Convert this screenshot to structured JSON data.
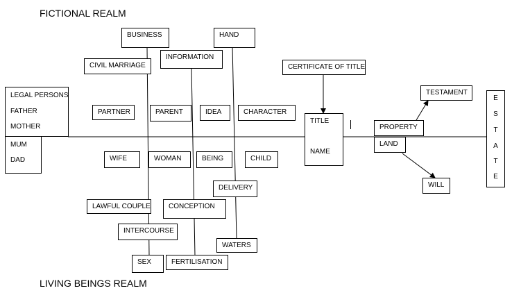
{
  "realms": {
    "top": "FICTIONAL REALM",
    "bottom": "LIVING BEINGS REALM"
  },
  "boxes": {
    "business": "BUSINESS",
    "hand": "HAND",
    "information": "INFORMATION",
    "civil_marriage": "CIVIL MARRIAGE",
    "certificate_of_title": "CERTIFICATE OF TITLE",
    "testament": "TESTAMENT",
    "legal_persons": [
      "LEGAL PERSONS",
      "FATHER",
      "MOTHER"
    ],
    "mum_dad": [
      "MUM",
      "DAD"
    ],
    "partner": "PARTNER",
    "parent": "PARENT",
    "idea": "IDEA",
    "character": "CHARACTER",
    "title_name": [
      "TITLE",
      "NAME"
    ],
    "property": "PROPERTY",
    "land": "LAND",
    "wife": "WIFE",
    "woman": "WOMAN",
    "being": "BEING",
    "child": "CHILD",
    "delivery": "DELIVERY",
    "will": "WILL",
    "lawful_couple": "LAWFUL COUPLE",
    "conception": "CONCEPTION",
    "intercourse": "INTERCOURSE",
    "waters": "WATERS",
    "sex": "SEX",
    "fertilisation": "FERTILISATION"
  },
  "estate_letters": [
    "E",
    "S",
    "T",
    "A",
    "T",
    "E"
  ]
}
